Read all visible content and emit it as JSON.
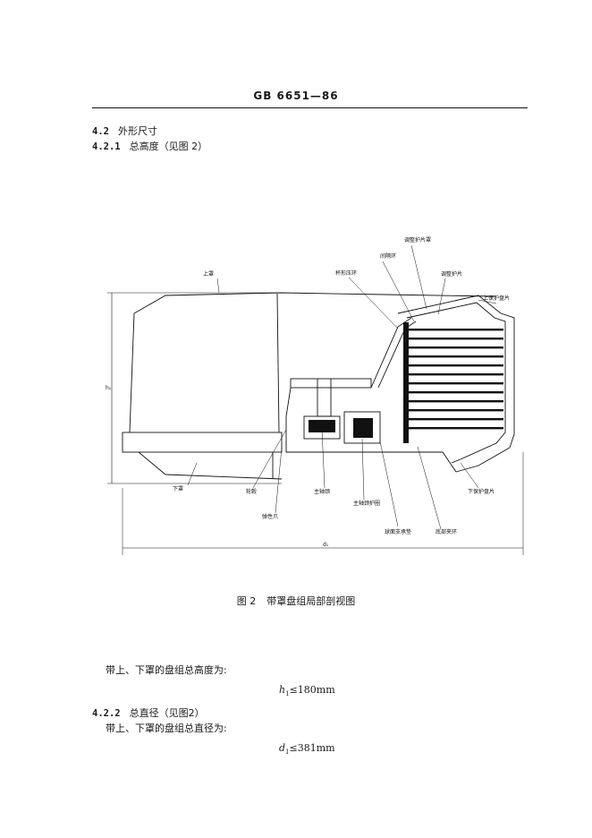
{
  "header": {
    "standard": "GB 6651—86"
  },
  "section_4_2": {
    "num": "4.2",
    "title": "外形尺寸"
  },
  "section_4_2_1": {
    "num": "4.2.1",
    "title": "总高度（见图 2）"
  },
  "figure": {
    "labels": {
      "upper_cover": "上罩",
      "lower_cover": "下罩",
      "hub": "轮毂",
      "elastic_claw": "弹性爪",
      "main_bearing": "主轴颈",
      "main_bearing_guard": "主轴颈护圈",
      "spherical_support": "球面支承垫",
      "base_clamp_ring": "底部夹环",
      "lower_guard": "下保护盘片",
      "upper_guard": "上保护盘片",
      "adj_guard": "调整护片",
      "adj_guard_cover": "调整护片罩",
      "spacer_ring": "间隔环",
      "cup_ring": "杯形压环",
      "h1": "h₁",
      "d1": "d₁"
    },
    "caption_num": "图 2",
    "caption_text": "带罩盘组局部剖视图"
  },
  "para1": "带上、下罩的盘组总高度为:",
  "formula1": {
    "var": "h",
    "sub": "1",
    "rest": "≤180mm"
  },
  "section_4_2_2": {
    "num": "4.2.2",
    "title": "总直径（见图2）"
  },
  "para2": "带上、下罩的盘组总直径为:",
  "formula2": {
    "var": "d",
    "sub": "1",
    "rest": "≤381mm"
  }
}
